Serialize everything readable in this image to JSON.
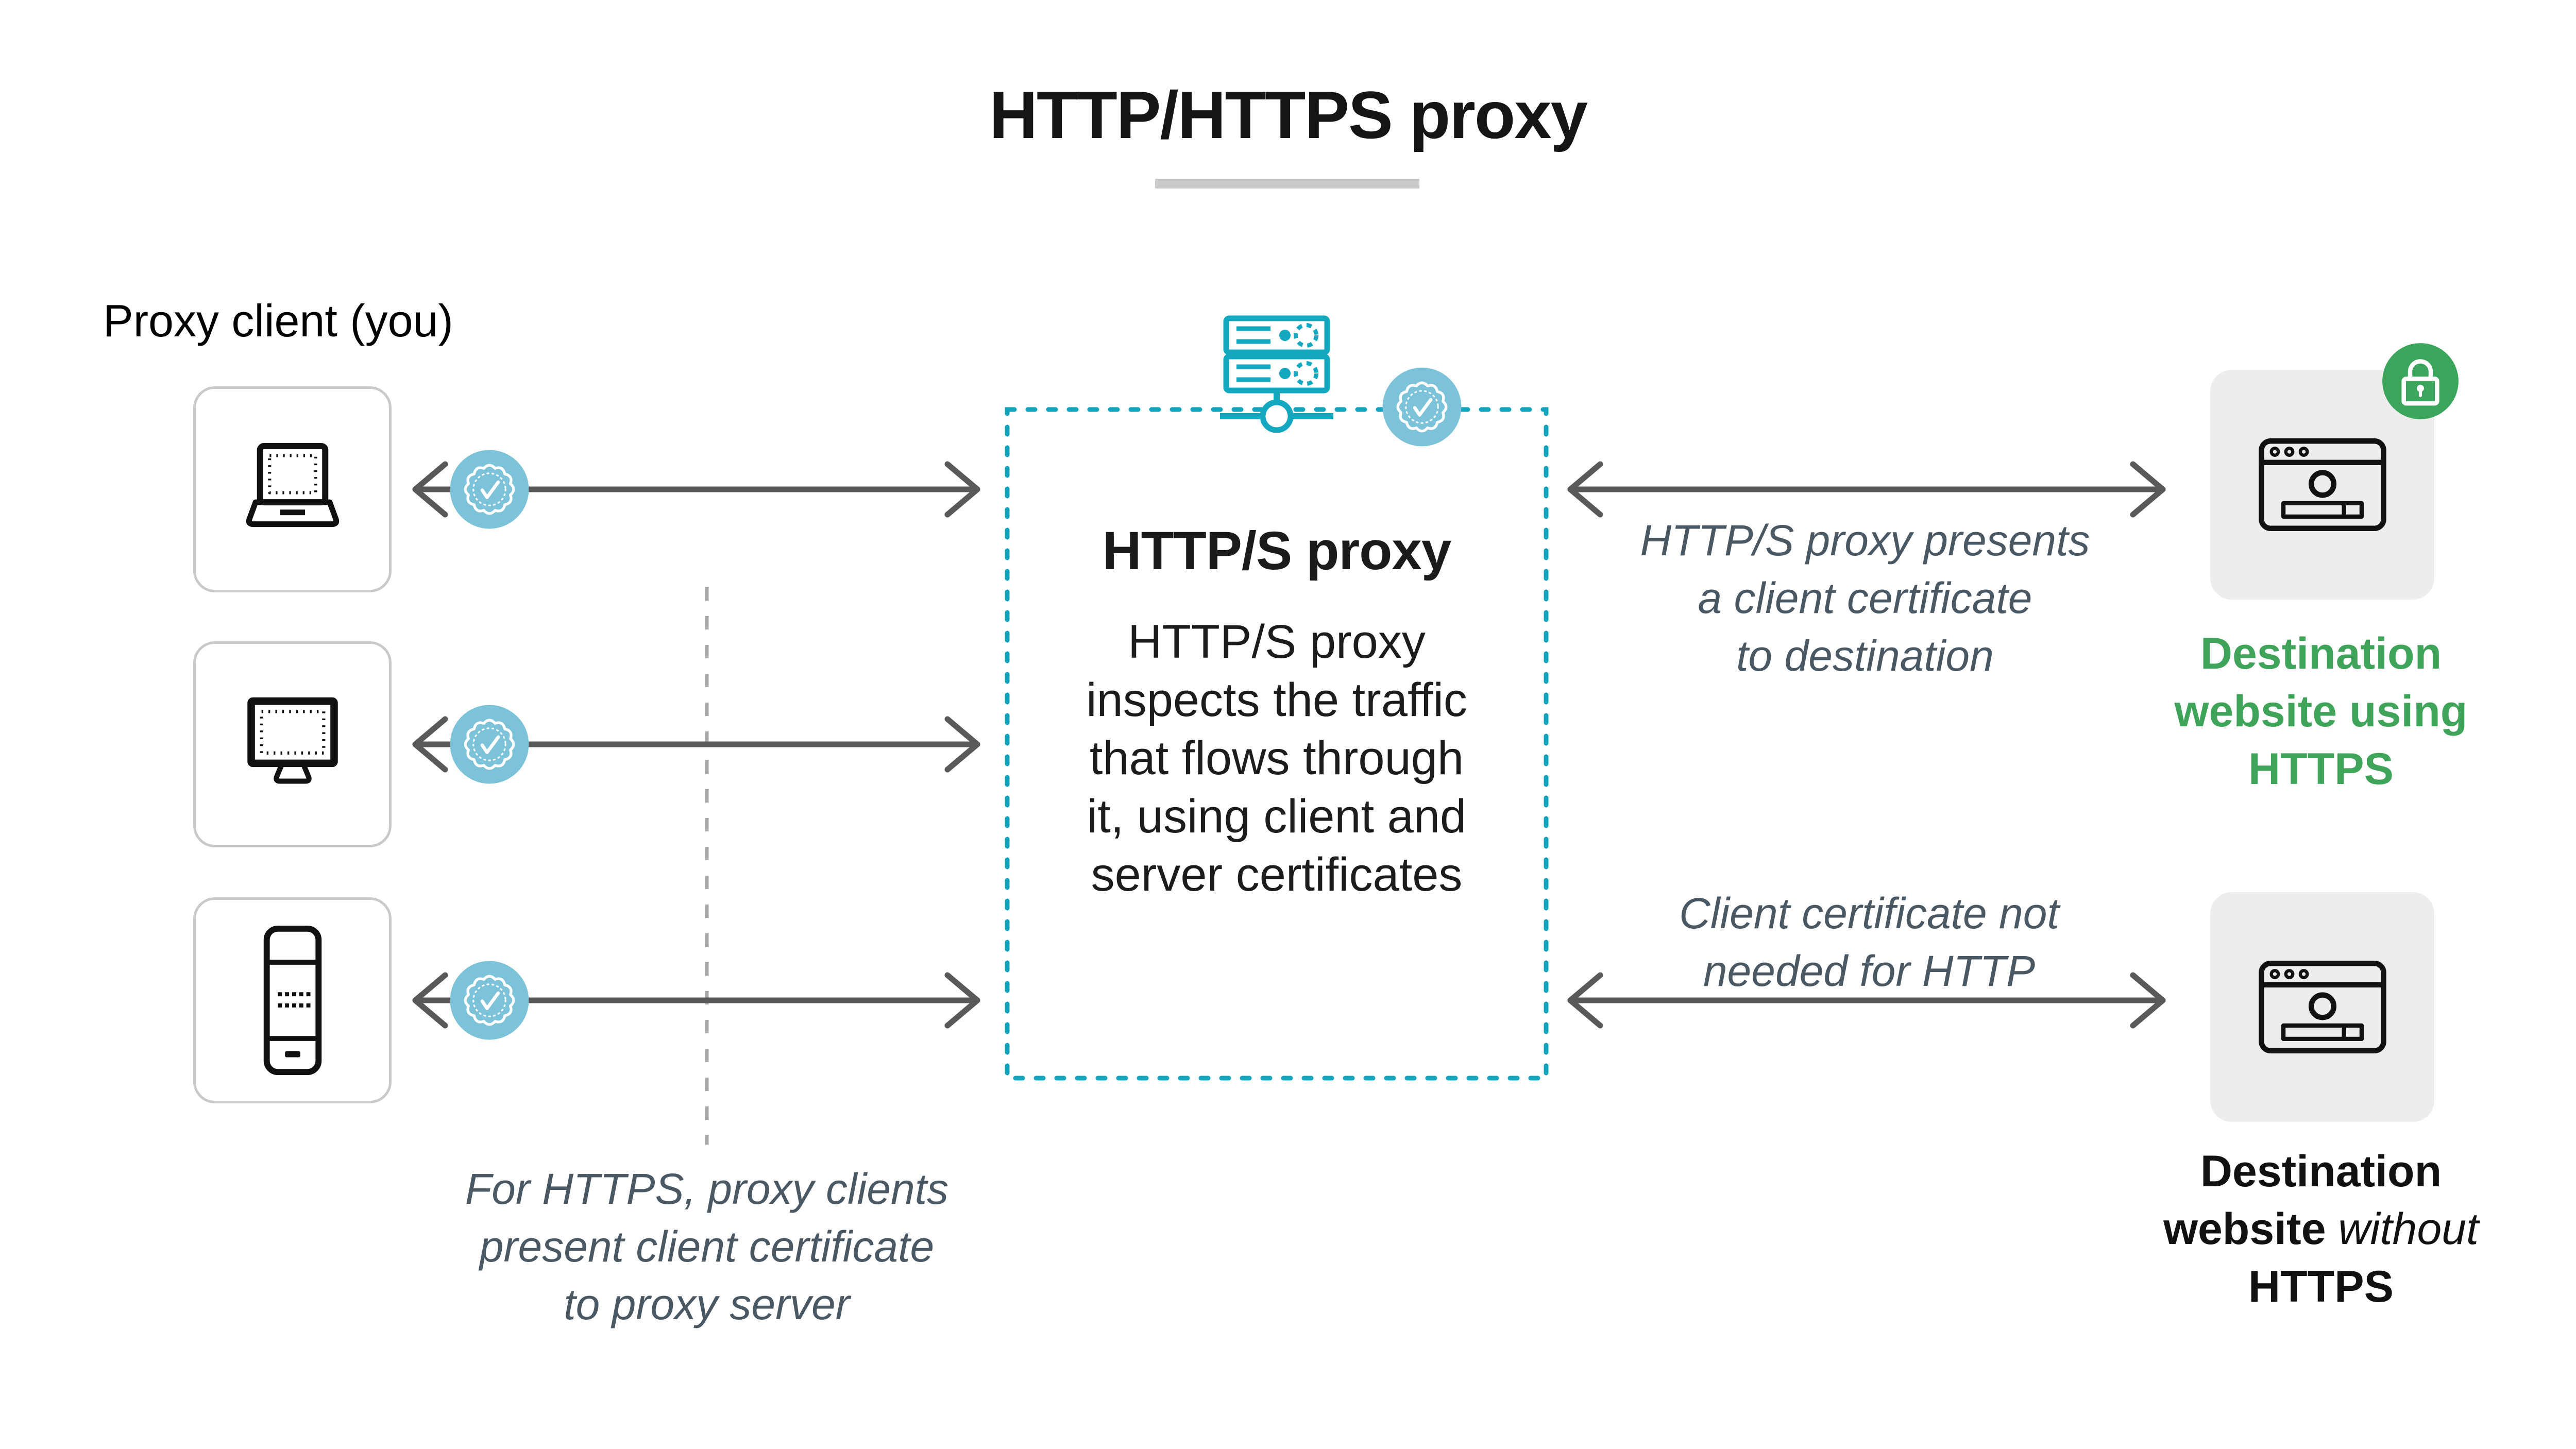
{
  "title": "HTTP/HTTPS proxy",
  "proxy_client": {
    "label": "Proxy client (you)"
  },
  "client_annotation": {
    "lines": [
      "For HTTPS, proxy clients",
      "present client certificate",
      "to proxy server"
    ]
  },
  "proxy_box": {
    "heading": "HTTP/S proxy",
    "body_lines": [
      "HTTP/S proxy",
      "inspects the traffic",
      "that flows through",
      "it, using client and",
      "server certificates"
    ]
  },
  "https_flow": {
    "annotation_lines": [
      "HTTP/S proxy presents",
      "a client certificate",
      "to destination"
    ],
    "destination_label_lines": [
      "Destination",
      "website using",
      "HTTPS"
    ]
  },
  "http_flow": {
    "annotation_lines": [
      "Client certificate not",
      "needed for HTTP"
    ],
    "destination_label": {
      "line1": "Destination",
      "line2_regular": "website ",
      "line2_italic": "without",
      "line3": "HTTPS"
    }
  },
  "icons": {
    "client_devices": [
      "laptop-icon",
      "desktop-monitor-icon",
      "mobile-phone-icon"
    ],
    "certificate_badge": "certificate-seal-check-icon",
    "proxy_server": "proxy-server-icon",
    "https_badge": "lock-icon",
    "destination_site": "browser-window-icon"
  },
  "colors": {
    "teal": "#14a3bc",
    "badge_blue": "#7cc3d9",
    "green": "#3fa45a",
    "arrow_gray": "#58595b",
    "annotation_slate": "#4a5863",
    "box_border_gray": "#c9c9c9",
    "panel_gray": "#ededed",
    "underline_gray": "#cbcbcb",
    "dashed_gray": "#a8a8a8",
    "text_black": "#1a1a1a"
  }
}
